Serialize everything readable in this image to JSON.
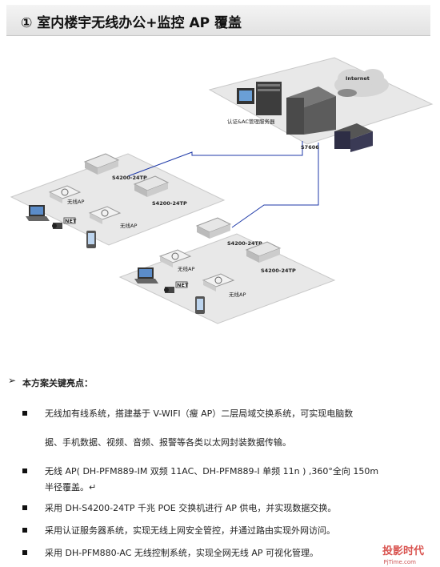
{
  "header": {
    "title": "① 室内楼宇无线办公+监控 AP 覆盖"
  },
  "diagram": {
    "labels": {
      "internet": "Internet",
      "server": "认证&AC管理服务器",
      "core_switch": "S7606",
      "switch_a1": "S4200-24TP",
      "switch_a2": "S4200-24TP",
      "switch_b1": "S4200-24TP",
      "switch_b2": "S4200-24TP",
      "ap_a1": "无线AP",
      "ap_a2": "无线AP",
      "ap_b1": "无线AP",
      "ap_b2": "无线AP",
      "net_a": "NET",
      "net_b": "NET"
    }
  },
  "highlights": {
    "title": "本方案关键亮点：",
    "items": [
      "无线加有线系统，搭建基于 V-WIFI（瘦 AP）二层局域交换系统，可实现电脑数",
      "据、手机数据、视频、音频、报警等各类以太网封装数据传输。",
      "无线 AP( DH-PFM889-IM 双频 11AC、DH-PFM889-I 单频 11n ) ,360°全向 150m",
      "半径覆盖。↵",
      "采用 DH-S4200-24TP 千兆 POE 交换机进行 AP 供电，并实现数据交换。",
      "采用认证服务器系统，实现无线上网安全管控，并通过路由实现外网访问。",
      "采用 DH-PFM880-AC 无线控制系统，实现全网无线 AP 可视化管理。"
    ]
  },
  "watermark": {
    "brand": "投影时代",
    "url": "PjTime.com"
  }
}
